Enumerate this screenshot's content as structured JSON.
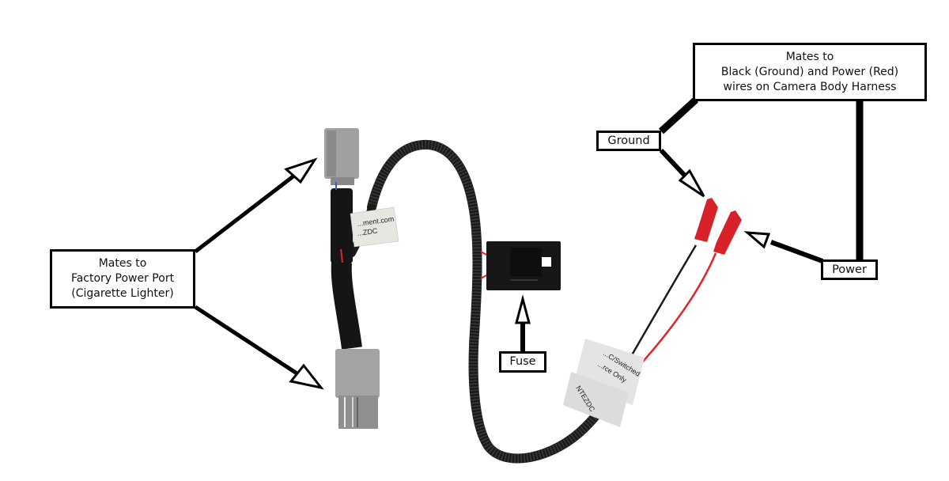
{
  "diagram": {
    "subject": "Power port adapter wiring harness",
    "colors": {
      "background": "#ffffff",
      "callout_border": "#000000",
      "connector_gray": "#9b9b9b",
      "cable_black": "#1a1a1a",
      "wire_red": "#e0242a",
      "terminal_red": "#d8222a",
      "fuse_holder": "#161616",
      "tag_white": "#eeeeee"
    },
    "callouts": {
      "camera_harness": {
        "lines": [
          "Mates to",
          "Black (Ground) and Power (Red)",
          "wires on Camera Body Harness"
        ]
      },
      "factory_port": {
        "lines": [
          "Mates to",
          "Factory Power Port",
          "(Cigarette Lighter)"
        ]
      },
      "ground": {
        "text": "Ground"
      },
      "power": {
        "text": "Power"
      },
      "fuse": {
        "text": "Fuse"
      }
    },
    "product_tags": {
      "upper_tag": [
        "...ment.com",
        "...ZDC"
      ],
      "lower_tag": [
        "...C/Switched",
        "...rce Only"
      ],
      "lower_band": "NTEZDC"
    }
  }
}
